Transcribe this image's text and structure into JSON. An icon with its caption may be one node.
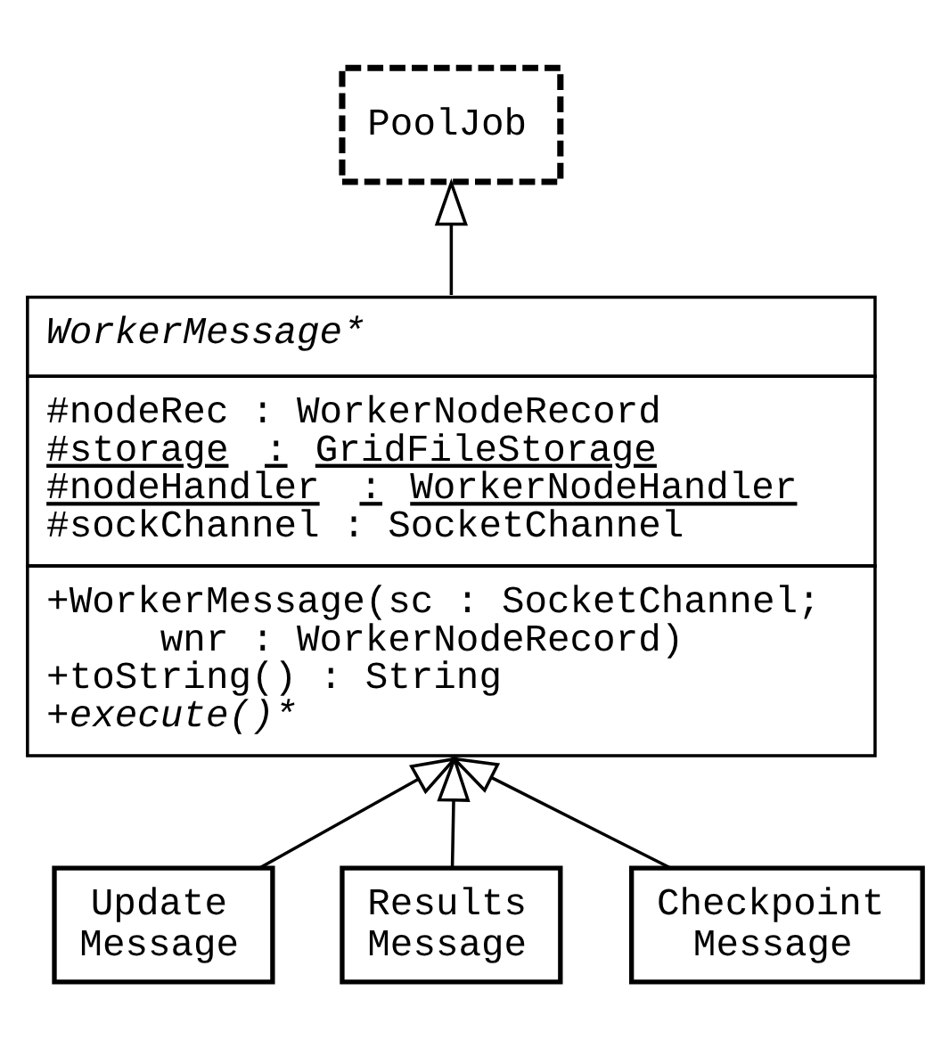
{
  "diagram": {
    "nodes": [
      {
        "text": [
          "PoolJob"
        ]
      },
      {
        "text": [
          "WorkerMessage*",
          "#nodeRec : WorkerNodeRecord",
          "#storage : GridFileStorage",
          "#nodeHandler : WorkerNodeHandler",
          "#sockChannel : SocketChannel",
          "+WorkerMessage(sc : SocketChannel; wnr : WorkerNodeRecord)",
          "+toString() : String",
          "+execute()*"
        ]
      },
      {
        "text": [
          "Update Message"
        ]
      },
      {
        "text": [
          "Results Message"
        ]
      },
      {
        "text": [
          "Checkpoint Message"
        ]
      }
    ],
    "edges": [
      {
        "from": 1,
        "to": 0,
        "arrow": "to"
      },
      {
        "from": 2,
        "to": 1,
        "arrow": "to"
      },
      {
        "from": 3,
        "to": 1,
        "arrow": "to"
      },
      {
        "from": 4,
        "to": 1,
        "arrow": "to"
      }
    ]
  }
}
